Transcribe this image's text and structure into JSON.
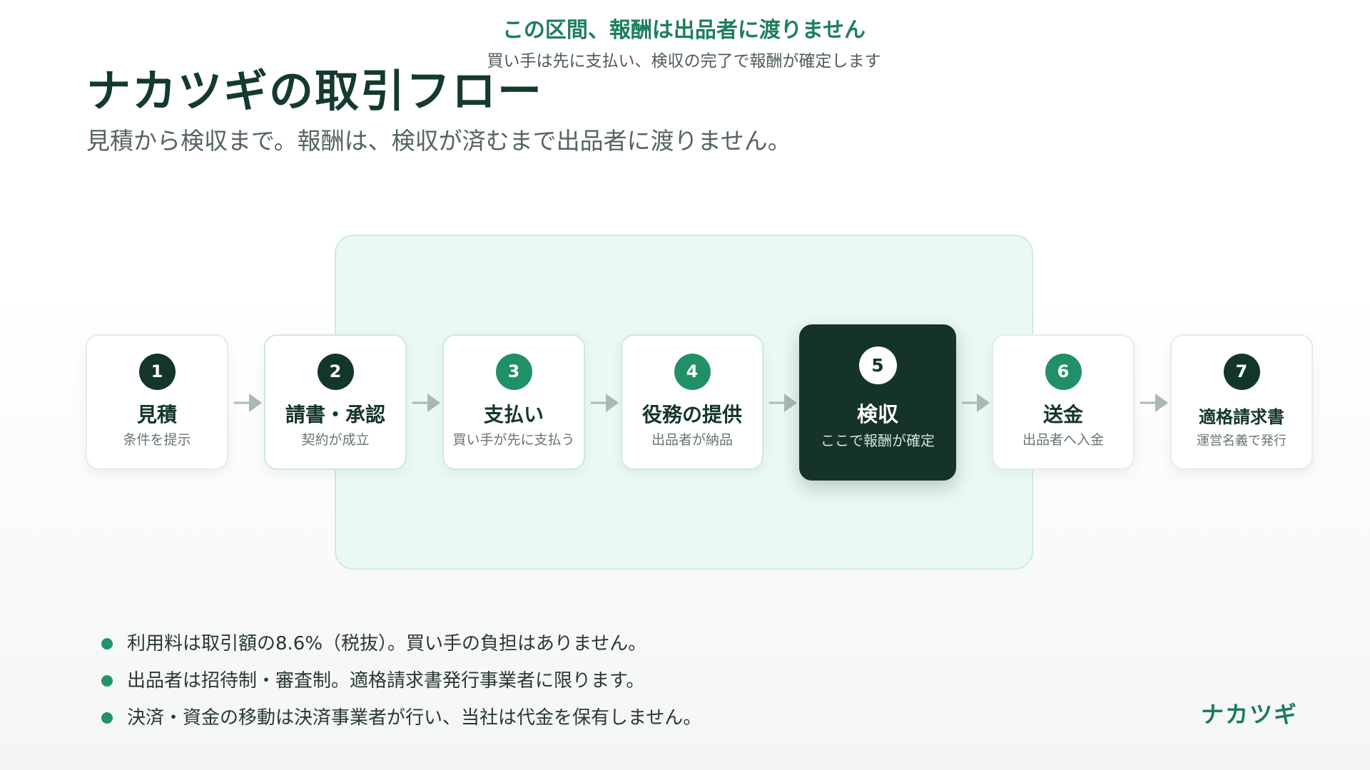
{
  "header": {
    "title": "ナカツギの取引フロー",
    "subtitle": "見積から検収まで。報酬は、検収が済むまで出品者に渡りません。"
  },
  "escrow_zone": {
    "title": "この区間、報酬は出品者に渡りません",
    "subtitle": "買い手は先に支払い、検収の完了で報酬が確定します"
  },
  "steps": [
    {
      "number": "1",
      "title": "見積",
      "description": "条件を提示"
    },
    {
      "number": "2",
      "title": "請書・承認",
      "description": "契約が成立"
    },
    {
      "number": "3",
      "title": "支払い",
      "description": "買い手が先に支払う"
    },
    {
      "number": "4",
      "title": "役務の提供",
      "description": "出品者が納品"
    },
    {
      "number": "5",
      "title": "検収",
      "description": "ここで報酬が確定"
    },
    {
      "number": "6",
      "title": "送金",
      "description": "出品者へ入金"
    },
    {
      "number": "7",
      "title": "適格請求書",
      "description": "運営名義で発行"
    }
  ],
  "bullets": [
    "利用料は取引額の8.6%（税抜）。買い手の負担はありません。",
    "出品者は招待制・審査制。適格請求書発行事業者に限ります。",
    "決済・資金の移動は決済事業者が行い、当社は代金を保有しません。"
  ],
  "brand": {
    "name": "ナカツギ"
  },
  "colors": {
    "dark_green": "#15332b",
    "accent_green": "#219067",
    "zone_background": "#eaf9f3",
    "zone_border": "#cfeadf",
    "arrow_gray": "#a8bab3"
  },
  "icons": {
    "step_connector": "arrow-right-icon",
    "bullet_marker": "bullet-dot-icon"
  }
}
